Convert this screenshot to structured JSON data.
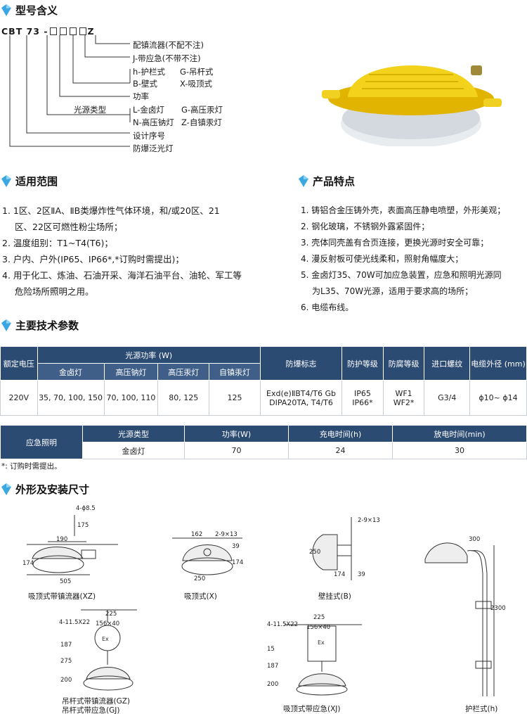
{
  "sections": {
    "model": "型号含义",
    "scope": "适用范围",
    "features": "产品特点",
    "params": "主要技术参数",
    "dimensions": "外形及安装尺寸"
  },
  "model_code": {
    "prefix": "CBT 73 -",
    "suffix": "Z",
    "items": [
      "配镇流器(不配不注)",
      "J-带应急(不带不注)",
      "h-护栏式",
      "G-吊杆式",
      "B-壁式",
      "X-吸顶式",
      "功率",
      "光源类型",
      "L-金卤灯",
      "G-高压汞灯",
      "N-高压钠灯",
      "Z-自镇汞灯",
      "设计序号",
      "防爆泛光灯"
    ]
  },
  "scope": [
    "1. 1区、2区ⅡA、ⅡB类爆炸性气体环境，和/或20区、21",
    "区、22区可燃性粉尘场所；",
    "2. 温度组别：T1~T4(T6)；",
    "3. 户内、户外(IP65、IP66*,*订购时需提出)；",
    "4. 用于化工、炼油、石油开采、海洋石油平台、油轮、军工等",
    "危险场所照明之用。"
  ],
  "features": [
    "1. 铸铝合金压铸外壳，表面高压静电喷塑，外形美观；",
    "2. 钢化玻璃，不锈钢外露紧固件；",
    "3. 壳体同壳盖有合页连接，更换光源时安全可靠；",
    "4. 漫反射板可使光线柔和，照射角幅度大；",
    "5. 金卤灯35、70W可加应急装置，应急和照明光源同",
    "为L35、70W光源，适用于要求高的场所；",
    "6. 电缆布线。"
  ],
  "table1": {
    "h_voltage": "额定电压",
    "h_power": "光源功率 (W)",
    "h_mark": "防爆标志",
    "h_ip": "防护等级",
    "h_wf": "防腐等级",
    "h_thread": "进口螺纹",
    "h_cable": "电缆外径 (mm)",
    "sub": [
      "金卤灯",
      "高压钠灯",
      "高压汞灯",
      "自镇汞灯"
    ],
    "row": {
      "voltage": "220V",
      "mh": "35, 70, 100, 150",
      "hps": "70, 100, 110",
      "hpm": "80, 125",
      "self": "125",
      "mark1": "Exd(e)ⅡBT4/T6 Gb",
      "mark2": "DIPA20TA, T4/T6",
      "ip1": "IP65",
      "ip2": "IP66*",
      "wf1": "WF1",
      "wf2": "WF2*",
      "thread": "G3/4",
      "cable": "ϕ10~ ϕ14"
    }
  },
  "table2": {
    "label": "应急照明",
    "headers": [
      "光源类型",
      "功率(W)",
      "充电时间(h)",
      "放电时间(min)"
    ],
    "values": [
      "金卤灯",
      "70",
      "24",
      "30"
    ]
  },
  "note": "*: 订购时需提出。",
  "drawings": {
    "xz": "吸顶式带镇流器(XZ)",
    "x": "吸顶式(X)",
    "b": "壁挂式(B)",
    "h": "护栏式(h)",
    "gz1": "吊杆式带镇流器(GZ)",
    "gz2": "吊杆式带应急(GJ)",
    "xj": "吸顶式带应急(XJ)",
    "dims": {
      "d1": "4-ϕ8.5",
      "d2": "175",
      "d3": "190",
      "d4": "174",
      "d5": "505",
      "d6": "162",
      "d7": "2-9×13",
      "d8": "39",
      "d9": "174",
      "d10": "250",
      "d11": "2-9×13",
      "d12": "250",
      "d13": "174",
      "d14": "39",
      "d15": "300",
      "d16": "2300",
      "d17": "4-11.5X22",
      "d18": "225",
      "d19": "156×40",
      "d20": "187",
      "d21": "275",
      "d22": "200",
      "d23": "4-11.5X22",
      "d24": "225",
      "d25": "156×40",
      "d26": "15",
      "d27": "187",
      "d28": "200"
    },
    "ex": "Ex"
  }
}
